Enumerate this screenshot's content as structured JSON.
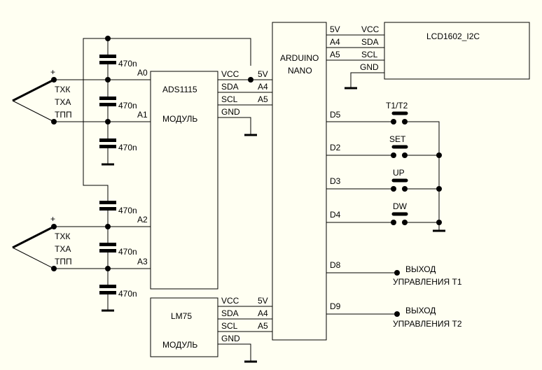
{
  "colors": {
    "background": "#fffff2",
    "ink": "#000000"
  },
  "components": {
    "ads1115": {
      "name": "ADS1115",
      "sub": "МОДУЛЬ",
      "pins_left": [
        "A0",
        "A1",
        "A2",
        "A3"
      ],
      "pins_right": [
        "VCC",
        "SDA",
        "SCL",
        "GND"
      ]
    },
    "lm75": {
      "name": "LM75",
      "sub": "МОДУЛЬ",
      "pins_right": [
        "VCC",
        "SDA",
        "SCL",
        "GND"
      ]
    },
    "arduino": {
      "name": "ARDUINO",
      "sub": "NANO",
      "pins_left": [
        "5V",
        "A4",
        "A5"
      ],
      "pins_left_lm75": [
        "5V",
        "A4",
        "A5"
      ],
      "pins_right_top": [
        "5V",
        "A4",
        "A5"
      ],
      "pins_right_digital": [
        "D5",
        "D2",
        "D3",
        "D4",
        "D8",
        "D9"
      ]
    },
    "lcd": {
      "name": "LCD1602_I2C",
      "pins": [
        "VCC",
        "SDA",
        "SCL",
        "GND"
      ]
    }
  },
  "capacitors": [
    "470n",
    "470n",
    "470n",
    "470n",
    "470n",
    "470n"
  ],
  "thermocouples": [
    {
      "plus": "+",
      "types": [
        "ТХК",
        "ТХА",
        "ТПП"
      ]
    },
    {
      "plus": "+",
      "types": [
        "ТХК",
        "ТХА",
        "ТПП"
      ]
    }
  ],
  "buttons": [
    "T1/T2",
    "SET",
    "UP",
    "DW"
  ],
  "outputs": [
    {
      "line1": "ВЫХОД",
      "line2": "УПРАВЛЕНИЯ T1"
    },
    {
      "line1": "ВЫХОД",
      "line2": "УПРАВЛЕНИЯ T2"
    }
  ]
}
